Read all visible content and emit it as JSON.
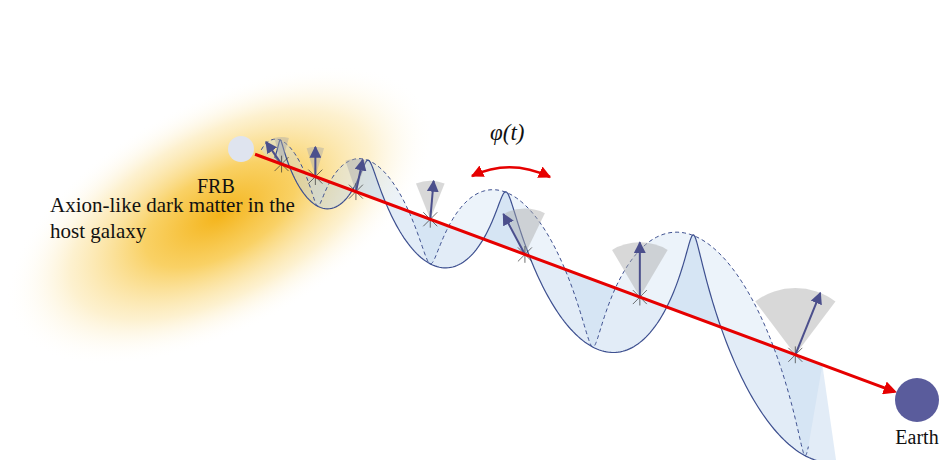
{
  "diagram": {
    "nodes": [
      {
        "text": [
          "Axion-like dark matter in the host galaxy"
        ]
      },
      {
        "text": [
          "FRB"
        ]
      },
      {
        "text": [
          "Earth"
        ]
      }
    ],
    "edges": [
      {
        "from": 1,
        "to": 2,
        "arrow": "to"
      }
    ],
    "labels": [
      "φ(t)"
    ]
  }
}
